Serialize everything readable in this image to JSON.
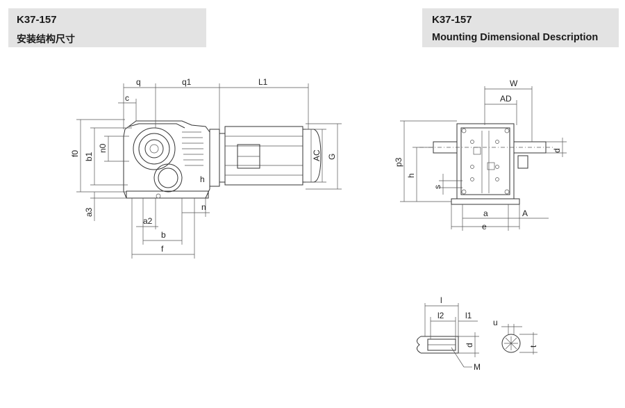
{
  "header_left": {
    "model": "K37-157",
    "subtitle": "安装结构尺寸"
  },
  "header_right": {
    "model": "K37-157",
    "subtitle": "Mounting Dimensional Description"
  },
  "side_view_labels": {
    "q": "q",
    "q1": "q1",
    "L1": "L1",
    "c": "c",
    "f0": "f0",
    "b1": "b1",
    "n0": "n0",
    "a3": "a3",
    "a2": "a2",
    "b": "b",
    "f": "f",
    "n": "n",
    "h": "h",
    "AC": "AC",
    "G": "G"
  },
  "front_view_labels": {
    "W": "W",
    "AD": "AD",
    "p3": "p3",
    "h": "h",
    "s": "s",
    "d": "d",
    "a": "a",
    "e": "e",
    "A": "A"
  },
  "shaft_detail_labels": {
    "l": "l",
    "l2": "l2",
    "l1": "l1",
    "d": "d",
    "M": "M"
  },
  "keyway_detail_labels": {
    "u": "u",
    "t": "t"
  }
}
